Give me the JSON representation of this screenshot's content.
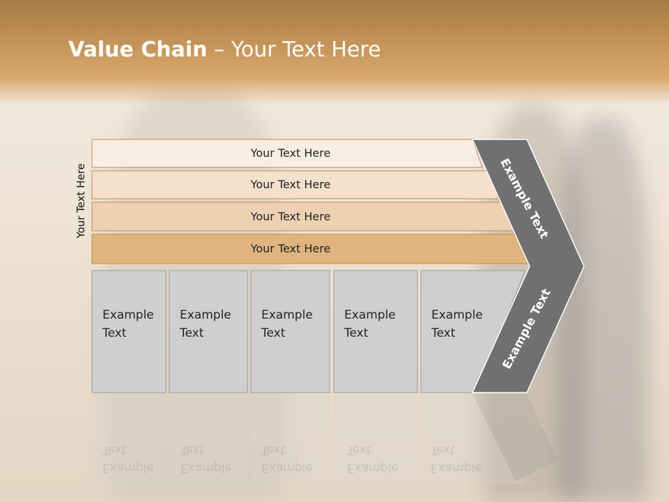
{
  "slide": {
    "title_bold": "Value Chain",
    "title_rest": " – Your Text Here",
    "side_label": "Your Text Here"
  },
  "rows": [
    {
      "label": "Your Text Here"
    },
    {
      "label": "Your Text Here"
    },
    {
      "label": "Your Text Here"
    },
    {
      "label": "Your Text Here"
    }
  ],
  "boxes": [
    {
      "line1": "Example",
      "line2": "Text"
    },
    {
      "line1": "Example",
      "line2": "Text"
    },
    {
      "line1": "Example",
      "line2": "Text"
    },
    {
      "line1": "Example",
      "line2": "Text"
    },
    {
      "line1": "Example",
      "line2": "Text"
    }
  ],
  "chevron": {
    "upper_label": "Example Text",
    "lower_label": "Example Text"
  },
  "colors": {
    "header": "#c79558",
    "row1": "#f7efe5",
    "row2": "#f3e1cc",
    "row3": "#edd2b2",
    "row4": "#e0b47e",
    "box": "#cfcfcf",
    "chevron": "#707070"
  }
}
